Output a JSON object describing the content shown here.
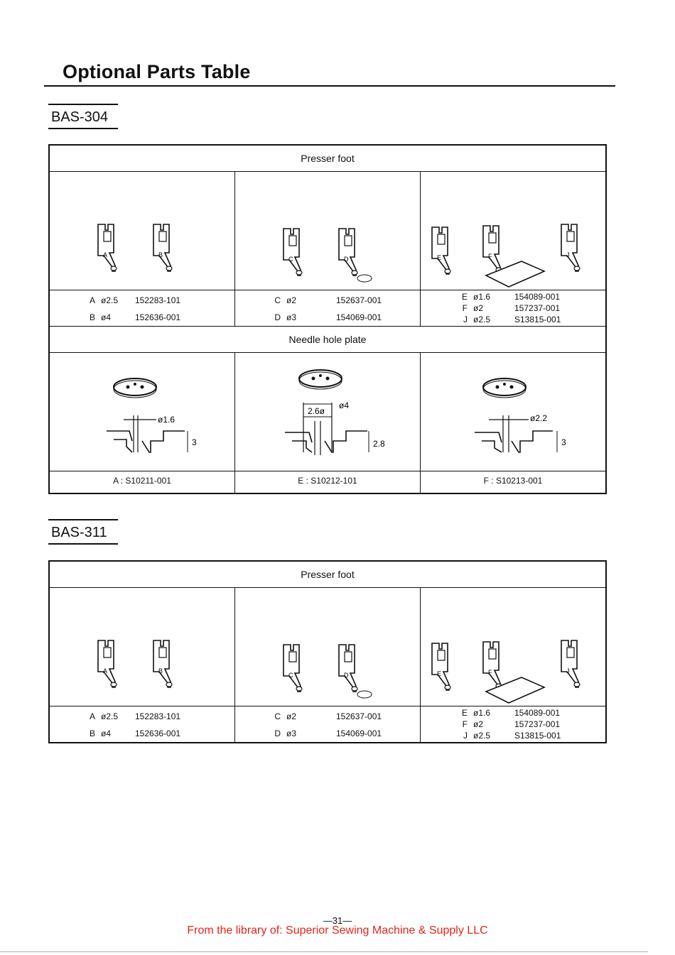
{
  "page": {
    "title": "Optional Parts Table",
    "page_number": "—31—",
    "footer": "From the library of: Superior Sewing Machine & Supply LLC"
  },
  "bas304": {
    "heading": "BAS-304",
    "presser_header": "Presser foot",
    "col1": [
      {
        "letter": "A",
        "size": "ø2.5",
        "part": "152283-101"
      },
      {
        "letter": "B",
        "size": "ø4",
        "part": "152636-001"
      }
    ],
    "col2": [
      {
        "letter": "C",
        "size": "ø2",
        "part": "152637-001"
      },
      {
        "letter": "D",
        "size": "ø3",
        "part": "154069-001"
      }
    ],
    "col3": [
      {
        "letter": "E",
        "size": "ø1.6",
        "part": "154089-001"
      },
      {
        "letter": "F",
        "size": "ø2",
        "part": "157237-001"
      },
      {
        "letter": "J",
        "size": "ø2.5",
        "part": "S13815-001"
      }
    ],
    "needle_header": "Needle hole plate",
    "plates": [
      {
        "hole": "ø1.6",
        "depth": "3",
        "label": "A : S10211-001"
      },
      {
        "hole": "ø4",
        "width": "2.6ø",
        "depth": "2.8",
        "label": "E : S10212-101"
      },
      {
        "hole": "ø2.2",
        "depth": "3",
        "label": "F : S10213-001"
      }
    ]
  },
  "bas311": {
    "heading": "BAS-311",
    "presser_header": "Presser foot",
    "col1": [
      {
        "letter": "A",
        "size": "ø2.5",
        "part": "152283-101"
      },
      {
        "letter": "B",
        "size": "ø4",
        "part": "152636-001"
      }
    ],
    "col2": [
      {
        "letter": "C",
        "size": "ø2",
        "part": "152637-001"
      },
      {
        "letter": "D",
        "size": "ø3",
        "part": "154069-001"
      }
    ],
    "col3": [
      {
        "letter": "E",
        "size": "ø1.6",
        "part": "154089-001"
      },
      {
        "letter": "F",
        "size": "ø2",
        "part": "157237-001"
      },
      {
        "letter": "J",
        "size": "ø2.5",
        "part": "S13815-001"
      }
    ]
  }
}
